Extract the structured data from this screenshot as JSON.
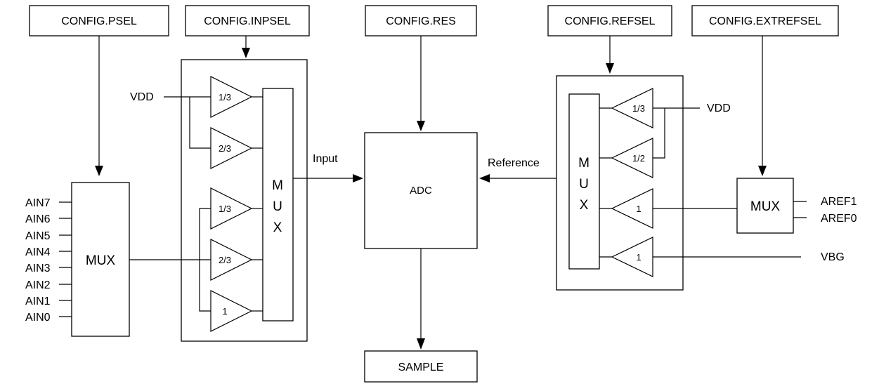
{
  "config_boxes": {
    "psel": "CONFIG.PSEL",
    "inpsel": "CONFIG.INPSEL",
    "res": "CONFIG.RES",
    "refsel": "CONFIG.REFSEL",
    "extrefsel": "CONFIG.EXTREFSEL"
  },
  "ain_pins": [
    "AIN7",
    "AIN6",
    "AIN5",
    "AIN4",
    "AIN3",
    "AIN2",
    "AIN1",
    "AIN0"
  ],
  "mux_labels": {
    "psel_mux": "MUX",
    "input_mux": [
      "M",
      "U",
      "X"
    ],
    "ref_mux": [
      "M",
      "U",
      "X"
    ],
    "extref_mux": "MUX"
  },
  "input_gains": [
    "1/3",
    "2/3",
    "1/3",
    "2/3",
    "1"
  ],
  "ref_gains": [
    "1/3",
    "1/2",
    "1",
    "1"
  ],
  "signals": {
    "vdd_left": "VDD",
    "vdd_right": "VDD",
    "input": "Input",
    "reference": "Reference",
    "aref1": "AREF1",
    "aref0": "AREF0",
    "vbg": "VBG"
  },
  "adc_label": "ADC",
  "sample_label": "SAMPLE"
}
